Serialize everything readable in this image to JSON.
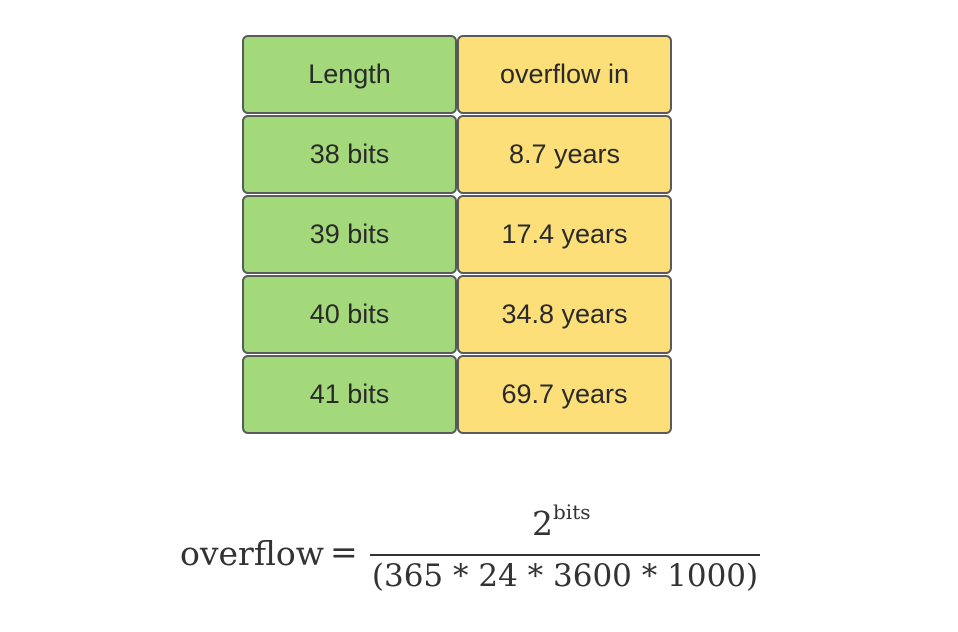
{
  "table": {
    "headers": [
      "Length",
      "overflow in"
    ],
    "rows": [
      [
        "38 bits",
        "8.7 years"
      ],
      [
        "39 bits",
        "17.4 years"
      ],
      [
        "40 bits",
        "34.8 years"
      ],
      [
        "41 bits",
        "69.7 years"
      ]
    ]
  },
  "formula": {
    "lhs": "overflow",
    "equals": "=",
    "numerator_base": "2",
    "numerator_exponent": "bits",
    "denominator": "(365 * 24 * 3600 * 1000)"
  },
  "colors": {
    "length_column": "#a3d97a",
    "overflow_column": "#fcdf78",
    "border": "#5a5a5a"
  }
}
